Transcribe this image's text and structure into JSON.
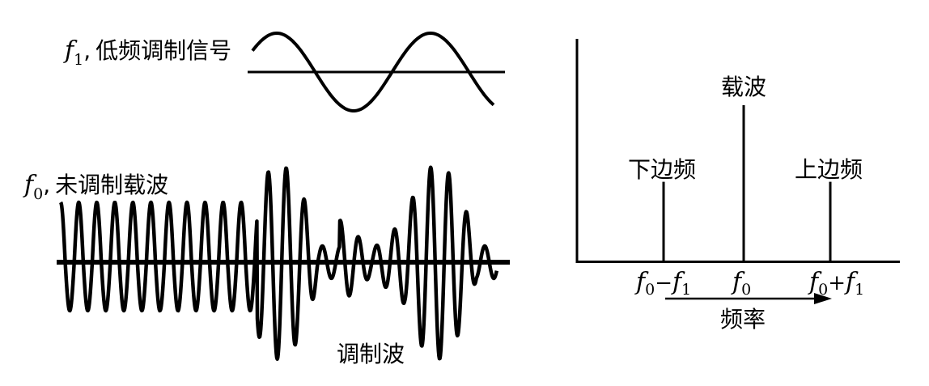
{
  "left": {
    "modulating_label": {
      "symbol": "f",
      "subscript": "1",
      "separator": ",",
      "text": "低频调制信号"
    },
    "carrier_label": {
      "symbol": "f",
      "subscript": "0",
      "separator": ",",
      "text": "未调制载波"
    },
    "modulated_label": "调制波"
  },
  "right": {
    "carrier_label": "载波",
    "lower_sideband_label": "下边频",
    "upper_sideband_label": "上边频",
    "tick_lower": {
      "a": "f",
      "a_sub": "0",
      "op": "−",
      "b": "f",
      "b_sub": "1"
    },
    "tick_center": {
      "a": "f",
      "a_sub": "0"
    },
    "tick_upper": {
      "a": "f",
      "a_sub": "0",
      "op": "+",
      "b": "f",
      "b_sub": "1"
    },
    "axis_label": "频率"
  },
  "spectrum": [
    {
      "name": "lower-sideband",
      "amplitude": 0.51
    },
    {
      "name": "carrier",
      "amplitude": 1.0
    },
    {
      "name": "upper-sideband",
      "amplitude": 0.51
    }
  ],
  "colors": {
    "ink": "#000000",
    "background": "#ffffff"
  }
}
